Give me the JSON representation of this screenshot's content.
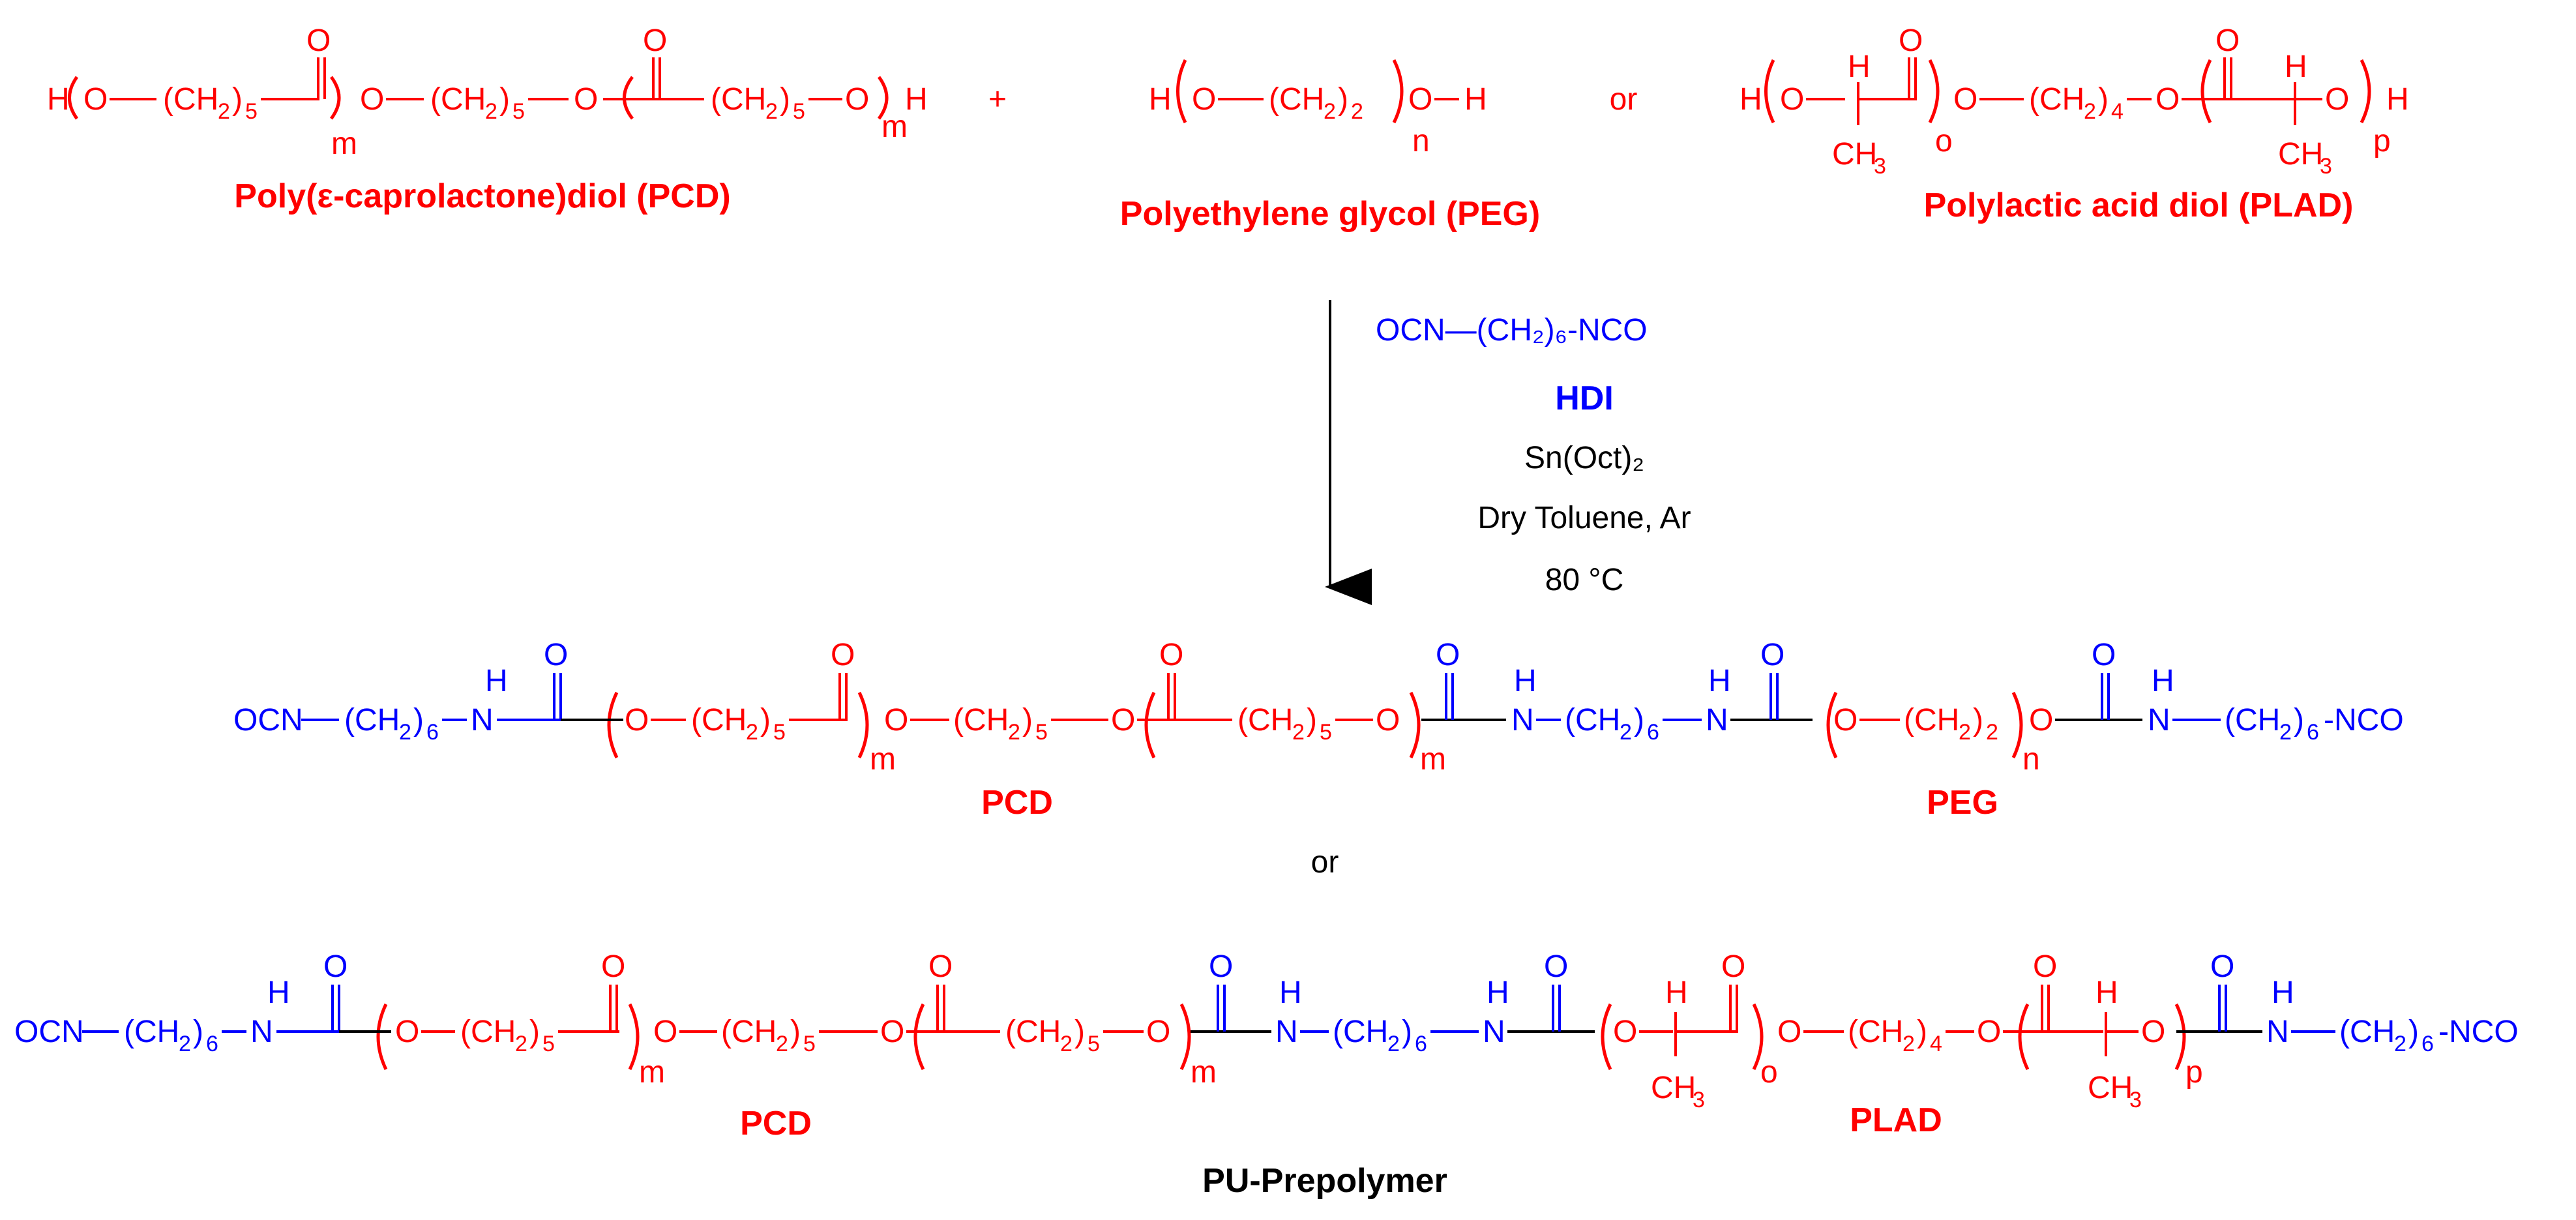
{
  "colors": {
    "polyol": "#ff0000",
    "isocyanate": "#0000ff",
    "text": "#000000",
    "background": "#ffffff"
  },
  "reactants": {
    "pcd_name": "Poly(ε-caprolactone)diol (PCD)",
    "peg_name": "Polyethylene glycol (PEG)",
    "plad_name": "Polylactic acid diol (PLAD)",
    "plus": "+",
    "or": "or"
  },
  "conditions": {
    "hdi_formula": "OCN—(CH₂)₆-NCO",
    "hdi_name": "HDI",
    "catalyst": "Sn(Oct)₂",
    "solvent": "Dry Toluene, Ar",
    "temperature": "80 °C"
  },
  "products": {
    "product1_label_pcd": "PCD",
    "product1_label_peg": "PEG",
    "or": "or",
    "product2_label_pcd": "PCD",
    "product2_label_plad": "PLAD",
    "title": "PU-Prepolymer"
  },
  "atoms": {
    "H": "H",
    "O": "O",
    "N": "N",
    "OCN": "OCN",
    "NCO": "NCO",
    "NCO_tail": "-NCO",
    "CH2": "(CH",
    "close": ")",
    "sub2": "2",
    "sub4": "4",
    "sub5": "5",
    "sub6": "6",
    "CH3": "CH",
    "sub3": "3",
    "m": "m",
    "n": "n",
    "o": "o",
    "p": "p"
  }
}
